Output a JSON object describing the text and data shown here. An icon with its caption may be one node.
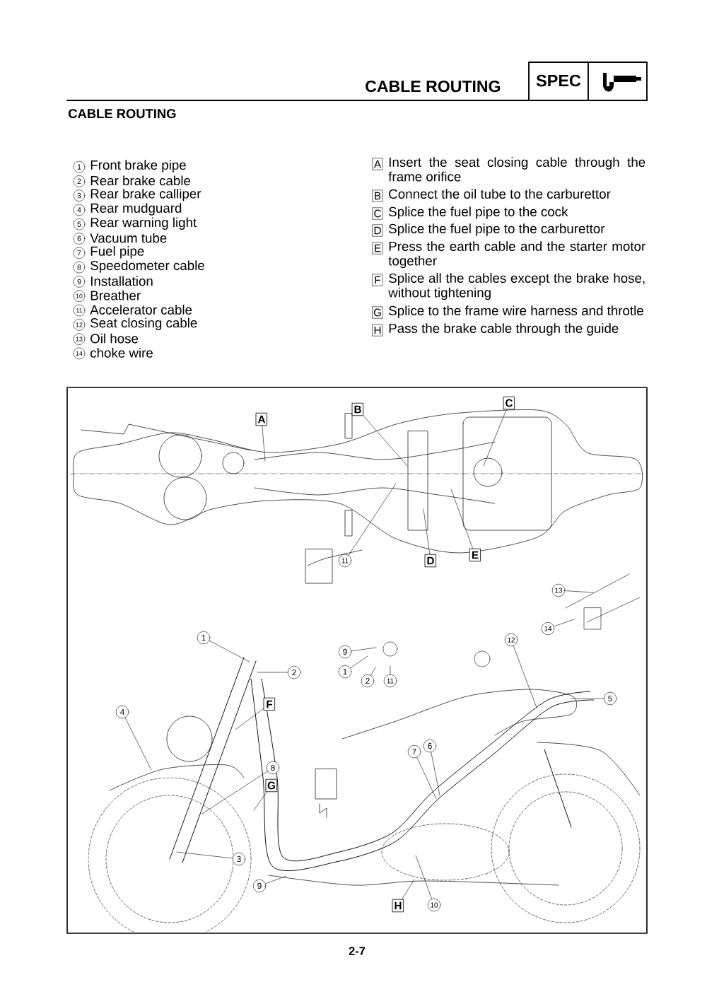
{
  "diagram": {
    "title": "CABLE ROUTING",
    "nodes": [
      {
        "text": [
          "A"
        ]
      },
      {
        "text": [
          "B"
        ]
      },
      {
        "text": [
          "C"
        ]
      },
      {
        "text": [
          "11"
        ]
      },
      {
        "text": [
          "D"
        ]
      },
      {
        "text": [
          "E"
        ]
      },
      {
        "text": [
          "13"
        ]
      },
      {
        "text": [
          "14"
        ]
      },
      {
        "text": [
          "9"
        ]
      },
      {
        "text": [
          "1"
        ]
      },
      {
        "text": [
          "2"
        ]
      },
      {
        "text": [
          "11"
        ]
      },
      {
        "text": [
          "1"
        ]
      },
      {
        "text": [
          "2"
        ]
      },
      {
        "text": [
          "12"
        ]
      },
      {
        "text": [
          "5"
        ]
      },
      {
        "text": [
          "F"
        ]
      },
      {
        "text": [
          "4"
        ]
      },
      {
        "text": [
          "7"
        ]
      },
      {
        "text": [
          "6"
        ]
      },
      {
        "text": [
          "8"
        ]
      },
      {
        "text": [
          "G"
        ]
      },
      {
        "text": [
          "3"
        ]
      },
      {
        "text": [
          "9"
        ]
      },
      {
        "text": [
          "H"
        ]
      },
      {
        "text": [
          "10"
        ]
      }
    ],
    "edges": [
      {
        "from": 0,
        "to": null,
        "arrow": "none"
      },
      {
        "from": 1,
        "to": null,
        "arrow": "none"
      },
      {
        "from": 2,
        "to": null,
        "arrow": "none"
      },
      {
        "from": 3,
        "to": null,
        "arrow": "none"
      },
      {
        "from": 4,
        "to": null,
        "arrow": "none"
      },
      {
        "from": 5,
        "to": null,
        "arrow": "none"
      },
      {
        "from": 6,
        "to": null,
        "arrow": "none"
      },
      {
        "from": 7,
        "to": null,
        "arrow": "none"
      },
      {
        "from": 8,
        "to": null,
        "arrow": "none"
      },
      {
        "from": 9,
        "to": null,
        "arrow": "none"
      },
      {
        "from": 10,
        "to": null,
        "arrow": "none"
      },
      {
        "from": 11,
        "to": null,
        "arrow": "none"
      },
      {
        "from": 12,
        "to": null,
        "arrow": "none"
      },
      {
        "from": 13,
        "to": null,
        "arrow": "none"
      },
      {
        "from": 14,
        "to": null,
        "arrow": "none"
      },
      {
        "from": 15,
        "to": null,
        "arrow": "none"
      },
      {
        "from": 16,
        "to": null,
        "arrow": "none"
      },
      {
        "from": 17,
        "to": null,
        "arrow": "none"
      },
      {
        "from": 18,
        "to": null,
        "arrow": "none"
      },
      {
        "from": 19,
        "to": null,
        "arrow": "none"
      },
      {
        "from": 20,
        "to": null,
        "arrow": "none"
      },
      {
        "from": 21,
        "to": null,
        "arrow": "none"
      },
      {
        "from": 22,
        "to": null,
        "arrow": "none"
      },
      {
        "from": 23,
        "to": null,
        "arrow": "none"
      },
      {
        "from": 24,
        "to": null,
        "arrow": "none"
      },
      {
        "from": 25,
        "to": null,
        "arrow": "none"
      }
    ],
    "labels": [
      "SPEC",
      "CABLE ROUTING",
      "1",
      "Front brake pipe",
      "2",
      "Rear brake cable",
      "3",
      "Rear brake calliper",
      "4",
      "Rear mudguard",
      "5",
      "Rear warning light",
      "6",
      "Vacuum tube",
      "7",
      "Fuel pipe",
      "8",
      "Speedometer cable",
      "9",
      "Installation",
      "10",
      "Breather",
      "11",
      "Accelerator cable",
      "12",
      "Seat closing cable",
      "13",
      "Oil hose",
      "14",
      "choke wire",
      "A",
      "Insert the seat closing cable through the frame orifice",
      "B",
      "Connect the oil tube to the carburettor",
      "C",
      "Splice the fuel pipe to the cock",
      "D",
      "Splice the fuel pipe to the carburettor",
      "E",
      "Press the earth cable and the starter motor together",
      "F",
      "Splice all the cables except the brake hose, without tightening",
      "G",
      "Splice to the frame wire harness and throtle",
      "H",
      "Pass the brake cable through the guide",
      "2-7"
    ]
  }
}
